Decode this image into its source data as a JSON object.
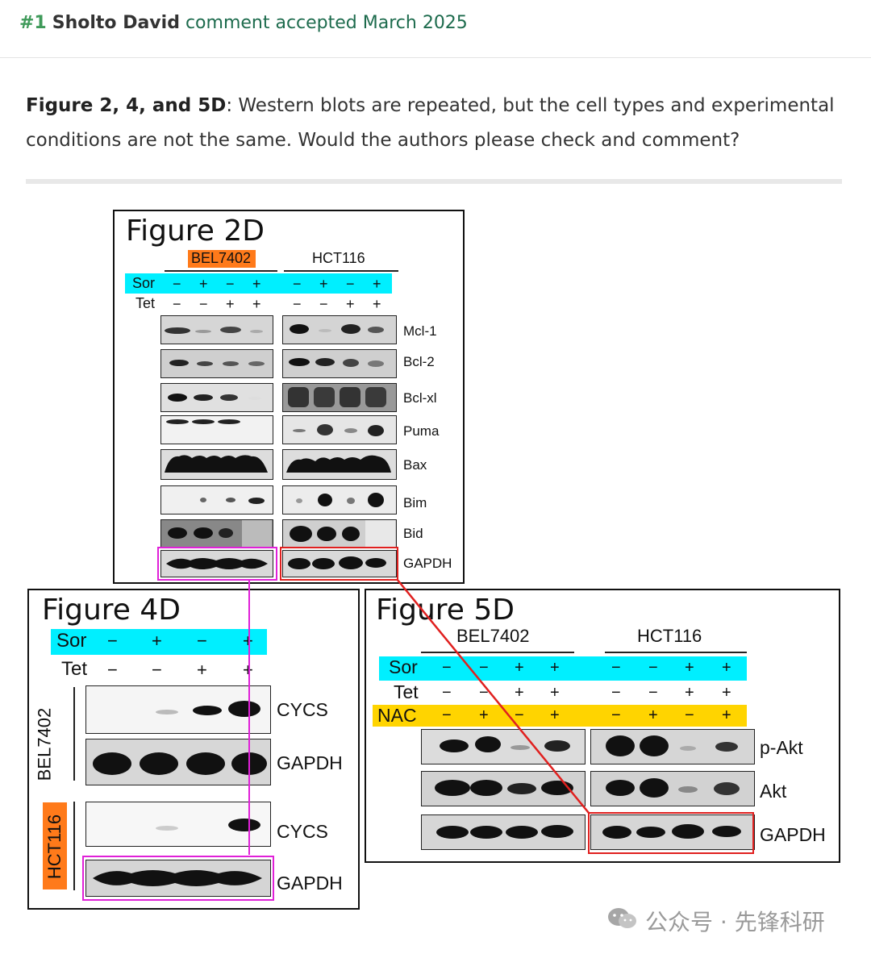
{
  "header": {
    "number": "#1",
    "author": "Sholto David",
    "status": "comment accepted March 2025"
  },
  "comment": {
    "bold": "Figure 2, 4, and 5D",
    "text": ": Western blots are repeated, but the cell types and experimental conditions are not the same. Would the authors please check and comment?"
  },
  "fig2d": {
    "title": "Figure 2D",
    "group1": "BEL7402",
    "group2": "HCT116",
    "row_sor": "Sor",
    "row_tet": "Tet",
    "sor_signs": [
      "−",
      "+",
      "−",
      "+",
      "−",
      "+",
      "−",
      "+"
    ],
    "tet_signs": [
      "−",
      "−",
      "+",
      "+",
      "−",
      "−",
      "+",
      "+"
    ],
    "bands": [
      "Mcl-1",
      "Bcl-2",
      "Bcl-xl",
      "Puma",
      "Bax",
      "Bim",
      "Bid",
      "GAPDH"
    ]
  },
  "fig4d": {
    "title": "Figure 4D",
    "row_sor": "Sor",
    "row_tet": "Tet",
    "sor_signs": [
      "−",
      "+",
      "−",
      "+"
    ],
    "tet_signs": [
      "−",
      "−",
      "+",
      "+"
    ],
    "group1": "BEL7402",
    "group2": "HCT116",
    "bands": [
      "CYCS",
      "GAPDH",
      "CYCS",
      "GAPDH"
    ]
  },
  "fig5d": {
    "title": "Figure 5D",
    "group1": "BEL7402",
    "group2": "HCT116",
    "row_sor": "Sor",
    "row_tet": "Tet",
    "row_nac": "NAC",
    "sor_signs": [
      "−",
      "−",
      "+",
      "+",
      "−",
      "−",
      "+",
      "+"
    ],
    "tet_signs": [
      "−",
      "−",
      "+",
      "+",
      "−",
      "−",
      "+",
      "+"
    ],
    "nac_signs": [
      "−",
      "+",
      "−",
      "+",
      "−",
      "+",
      "−",
      "+"
    ],
    "bands": [
      "p-Akt",
      "Akt",
      "GAPDH"
    ]
  },
  "watermark": "公众号 · 先锋科研",
  "colors": {
    "highlight_cyan": "#00efff",
    "highlight_yellow": "#ffd400",
    "highlight_orange": "#ff7a1a",
    "box_magenta": "#e020d8",
    "box_red": "#e0201f"
  }
}
